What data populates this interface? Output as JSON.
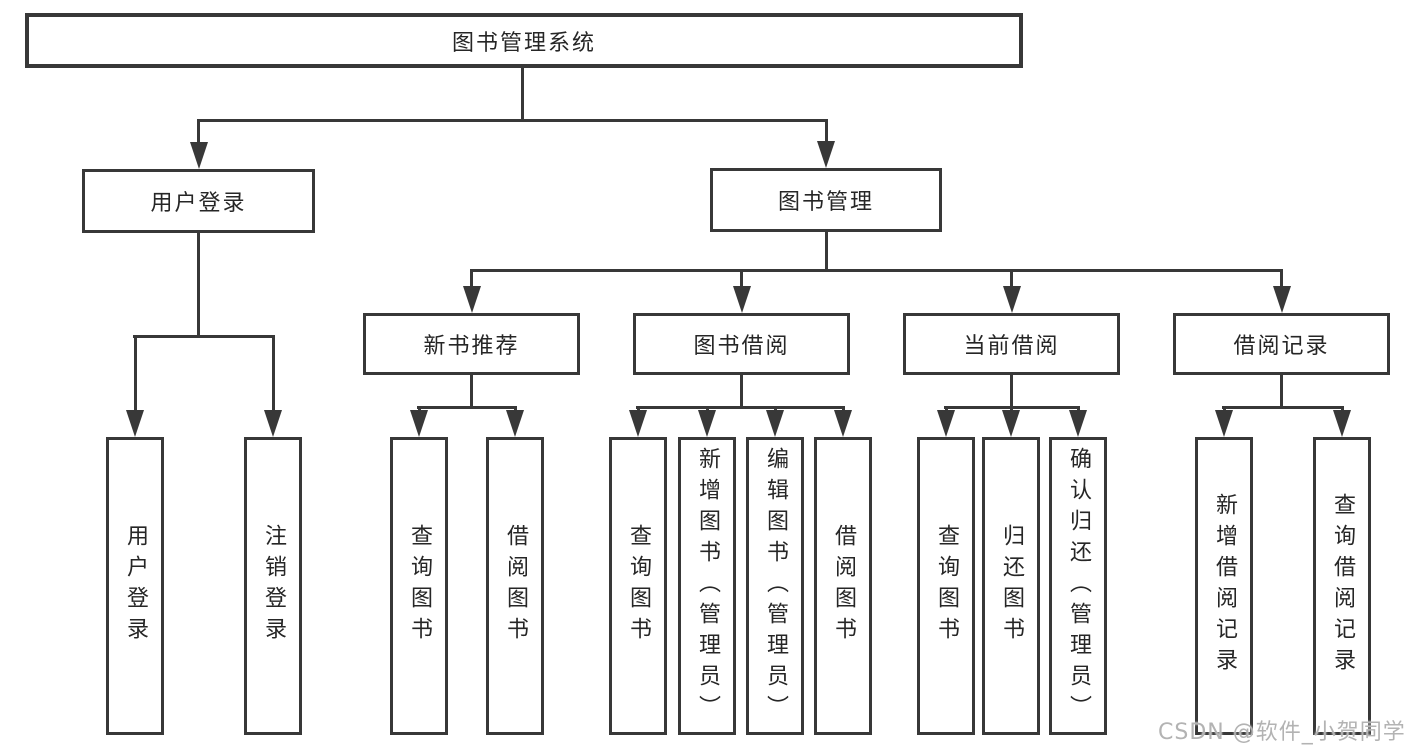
{
  "tree": {
    "label": "图书管理系统",
    "children": [
      {
        "label": "用户登录",
        "children": [
          {
            "label": "用户登录"
          },
          {
            "label": "注销登录"
          }
        ]
      },
      {
        "label": "图书管理",
        "children": [
          {
            "label": "新书推荐",
            "children": [
              {
                "label": "查询图书"
              },
              {
                "label": "借阅图书"
              }
            ]
          },
          {
            "label": "图书借阅",
            "children": [
              {
                "label": "查询图书"
              },
              {
                "label": "新增图书（管理员）"
              },
              {
                "label": "编辑图书（管理员）"
              },
              {
                "label": "借阅图书"
              }
            ]
          },
          {
            "label": "当前借阅",
            "children": [
              {
                "label": "查询图书"
              },
              {
                "label": "归还图书"
              },
              {
                "label": "确认归还（管理员）"
              }
            ]
          },
          {
            "label": "借阅记录",
            "children": [
              {
                "label": "新增借阅记录"
              },
              {
                "label": "查询借阅记录"
              }
            ]
          }
        ]
      }
    ]
  },
  "watermark": "CSDN @软件_小贺同学",
  "colors": {
    "line": "#383838",
    "text": "#262626",
    "watermark": "#b3b3b3",
    "background": "#ffffff"
  }
}
